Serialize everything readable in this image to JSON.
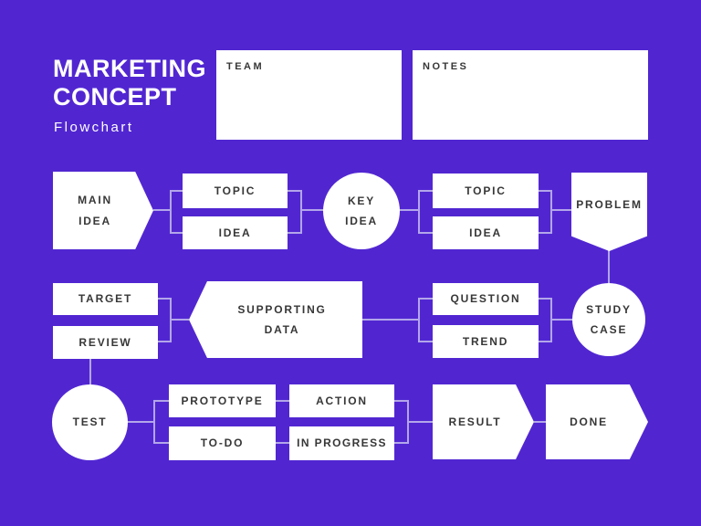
{
  "theme": {
    "background": "#5126d1",
    "shape_fill": "#ffffff",
    "connector_color": "#b3a6ea",
    "label_color": "#373737",
    "title_color": "#ffffff"
  },
  "header": {
    "title_line1": "MARKETING",
    "title_line2": "CONCEPT",
    "subtitle": "Flowchart"
  },
  "panels": [
    {
      "label": "TEAM"
    },
    {
      "label": "NOTES"
    }
  ],
  "nodes": {
    "main_idea": "MAIN IDEA",
    "topic_1": "TOPIC",
    "idea_1": "IDEA",
    "key_idea": "KEY IDEA",
    "topic_2": "TOPIC",
    "idea_2": "IDEA",
    "problem": "PROBLEM",
    "target": "TARGET",
    "review": "REVIEW",
    "supporting_data": "SUPPORTING DATA",
    "question": "QUESTION",
    "trend": "TREND",
    "study_case": "STUDY CASE",
    "test": "TEST",
    "prototype": "PROTOTYPE",
    "to_do": "TO-DO",
    "action": "ACTION",
    "in_progress": "IN PROGRESS",
    "result": "RESULT",
    "done": "DONE"
  }
}
